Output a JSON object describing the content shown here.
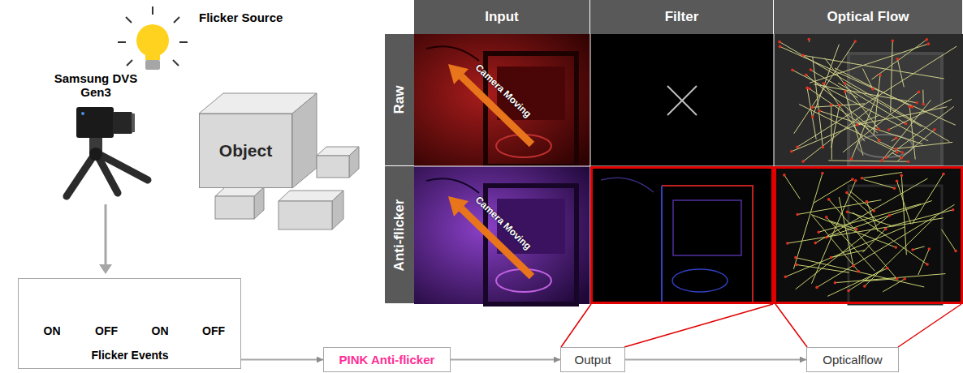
{
  "diagram": {
    "nodes": [
      {
        "text": [
          "Input"
        ]
      },
      {
        "text": [
          "Filter"
        ]
      },
      {
        "text": [
          "Optical Flow"
        ]
      },
      {
        "text": [
          "Object"
        ]
      },
      {
        "text": [
          "Raw"
        ]
      },
      {
        "text": [
          "Anti-flicker"
        ]
      },
      {
        "text": [
          "ON",
          "OFF",
          "ON",
          "OFF",
          "Flicker Events"
        ]
      },
      {
        "text": [
          "PINK Anti-flicker"
        ]
      },
      {
        "text": [
          "Output"
        ]
      },
      {
        "text": [
          "Opticalflow"
        ]
      }
    ],
    "edges": [
      {
        "from": 6,
        "to": 7,
        "arrow": "to"
      },
      {
        "from": 7,
        "to": 8,
        "arrow": "to"
      },
      {
        "from": 8,
        "to": 9,
        "arrow": "to"
      }
    ],
    "labels": [
      "Flicker Source",
      "Samsung DVS Gen3",
      "Camera Moving",
      "Camera Moving"
    ]
  }
}
